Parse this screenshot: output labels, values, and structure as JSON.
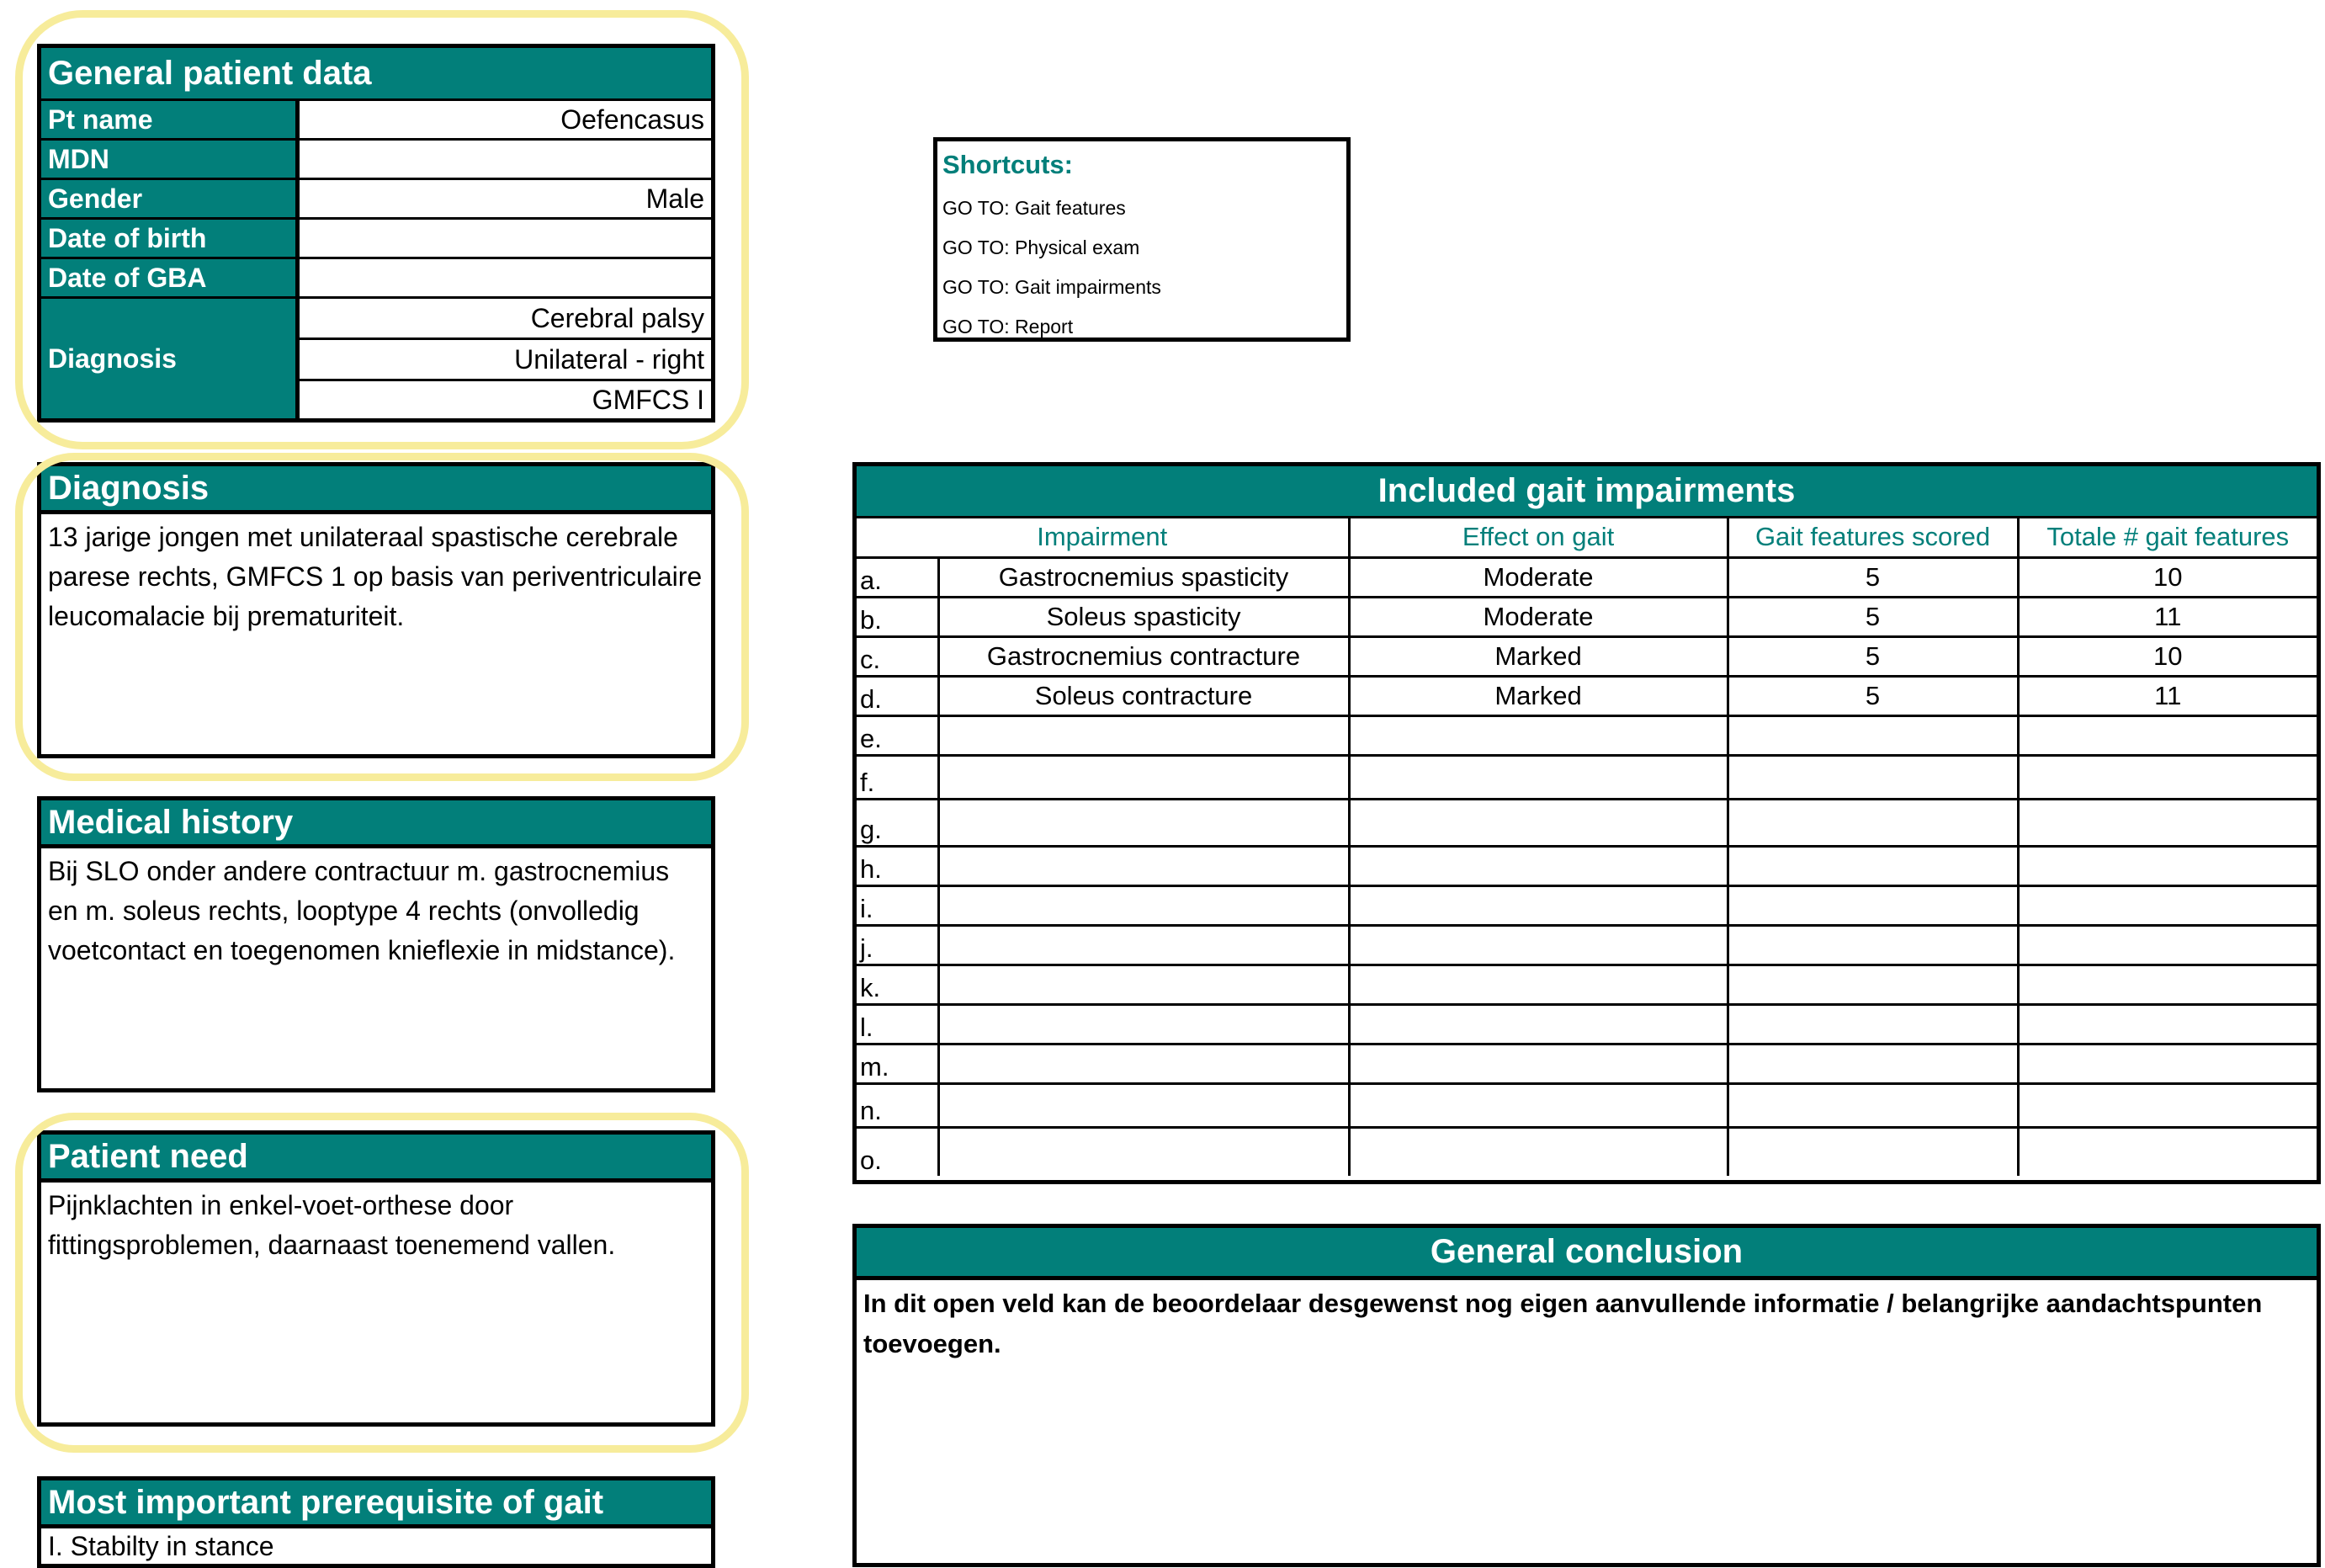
{
  "general_patient_data": {
    "title": "General patient data",
    "rows": [
      {
        "label": "Pt name",
        "value": "Oefencasus"
      },
      {
        "label": "MDN",
        "value": ""
      },
      {
        "label": "Gender",
        "value": "Male"
      },
      {
        "label": "Date of birth",
        "value": ""
      },
      {
        "label": "Date of GBA",
        "value": ""
      }
    ],
    "diagnosis_label": "Diagnosis",
    "diagnosis_values": [
      "Cerebral palsy",
      "Unilateral - right",
      "GMFCS I"
    ]
  },
  "shortcuts": {
    "title": "Shortcuts:",
    "links": [
      "GO TO: Gait features",
      "GO TO: Physical exam",
      "GO TO: Gait impairments",
      "GO TO: Report"
    ]
  },
  "diagnosis": {
    "title": "Diagnosis",
    "text": "13 jarige jongen met unilateraal spastische cerebrale parese rechts, GMFCS 1 op basis van periventriculaire leucomalacie bij prematuriteit."
  },
  "medical_history": {
    "title": "Medical history",
    "text": "Bij SLO onder andere contractuur m. gastrocnemius en m. soleus rechts, looptype 4 rechts (onvolledig voetcontact en toegenomen knieflexie in midstance)."
  },
  "patient_need": {
    "title": "Patient need",
    "text": "Pijnklachten in enkel-voet-orthese door fittingsproblemen, daarnaast toenemend vallen."
  },
  "prerequisite": {
    "title": "Most important prerequisite of gait",
    "text": "I. Stabilty in stance"
  },
  "gait_impairments": {
    "title": "Included gait impairments",
    "columns": [
      "Impairment",
      "Effect on gait",
      "Gait features scored",
      "Totale # gait features"
    ],
    "rows": [
      {
        "letter": "a.",
        "impairment": "Gastrocnemius spasticity",
        "effect": "Moderate",
        "scored": "5",
        "total": "10"
      },
      {
        "letter": "b.",
        "impairment": "Soleus spasticity",
        "effect": "Moderate",
        "scored": "5",
        "total": "11"
      },
      {
        "letter": "c.",
        "impairment": "Gastrocnemius contracture",
        "effect": "Marked",
        "scored": "5",
        "total": "10"
      },
      {
        "letter": "d.",
        "impairment": "Soleus contracture",
        "effect": "Marked",
        "scored": "5",
        "total": "11"
      },
      {
        "letter": "e.",
        "impairment": "",
        "effect": "",
        "scored": "",
        "total": ""
      },
      {
        "letter": "f.",
        "impairment": "",
        "effect": "",
        "scored": "",
        "total": ""
      },
      {
        "letter": "g.",
        "impairment": "",
        "effect": "",
        "scored": "",
        "total": ""
      },
      {
        "letter": "h.",
        "impairment": "",
        "effect": "",
        "scored": "",
        "total": ""
      },
      {
        "letter": "i.",
        "impairment": "",
        "effect": "",
        "scored": "",
        "total": ""
      },
      {
        "letter": "j.",
        "impairment": "",
        "effect": "",
        "scored": "",
        "total": ""
      },
      {
        "letter": "k.",
        "impairment": "",
        "effect": "",
        "scored": "",
        "total": ""
      },
      {
        "letter": "l.",
        "impairment": "",
        "effect": "",
        "scored": "",
        "total": ""
      },
      {
        "letter": "m.",
        "impairment": "",
        "effect": "",
        "scored": "",
        "total": ""
      },
      {
        "letter": "n.",
        "impairment": "",
        "effect": "",
        "scored": "",
        "total": ""
      },
      {
        "letter": "o.",
        "impairment": "",
        "effect": "",
        "scored": "",
        "total": ""
      }
    ]
  },
  "general_conclusion": {
    "title": "General conclusion",
    "text": "In dit open veld kan de beoordelaar desgewenst nog eigen aanvullende informatie / belangrijke aandachtspunten toevoegen."
  },
  "colors": {
    "accent": "#027f7a",
    "highlight": "#f7ec9b"
  }
}
